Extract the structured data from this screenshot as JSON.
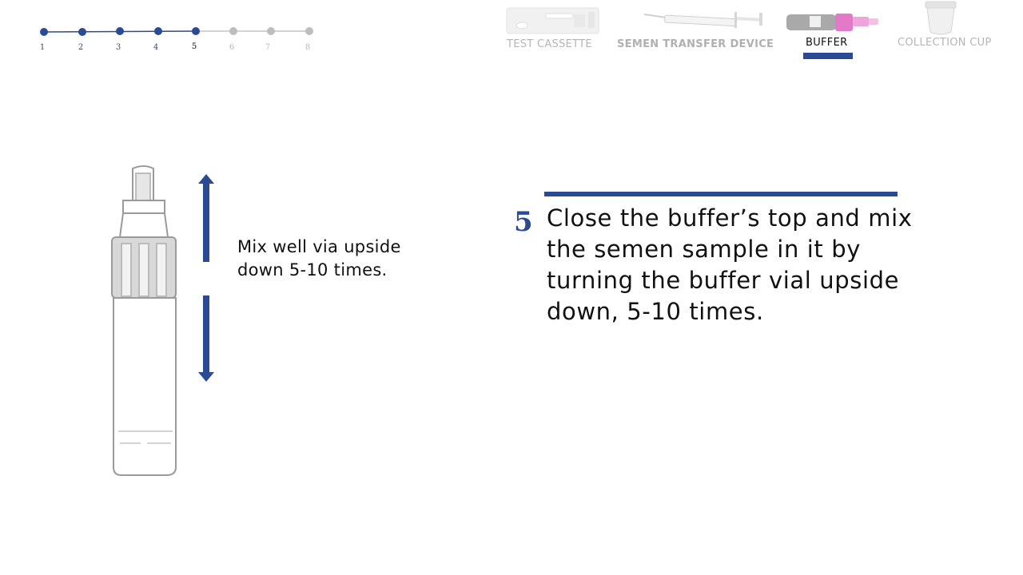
{
  "stepper": {
    "steps": [
      "1",
      "2",
      "3",
      "4",
      "5",
      "6",
      "7",
      "8"
    ],
    "current_step": 5,
    "colors": {
      "done": "#2a4a93",
      "future": "#bdbdbd",
      "current_text": "#111111"
    }
  },
  "products": [
    {
      "label": "TEST CASSETTE",
      "icon": "test-cassette-icon",
      "active": false
    },
    {
      "label": "SEMEN TRANSFER DEVICE",
      "icon": "syringe-icon",
      "active": false
    },
    {
      "label": "BUFFER",
      "icon": "buffer-vial-icon",
      "active": true
    },
    {
      "label": "COLLECTION CUP",
      "icon": "collection-cup-icon",
      "active": false
    }
  ],
  "illustration": {
    "caption": "Mix well via upside down 5-10 times."
  },
  "instruction": {
    "step_number": "5",
    "text": "Close the buffer’s top and mix the semen sample in it by turning the buffer vial upside down, 5-10 times."
  },
  "colors": {
    "accent": "#2a4a93",
    "muted": "#b5b5b5",
    "vial_pink": "#e27ac8"
  }
}
